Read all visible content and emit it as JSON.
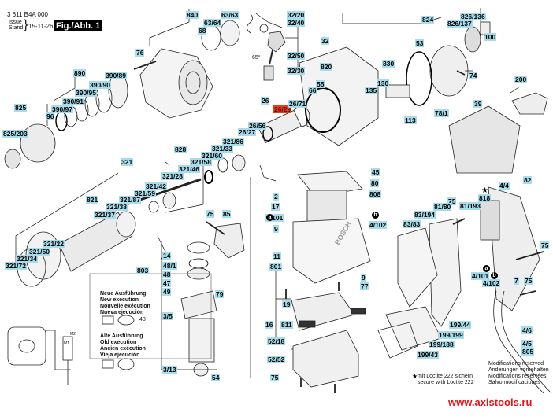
{
  "header": {
    "doc_number": "3 611 B4A 000",
    "issue_label_1": "Issue",
    "issue_label_2": "Stand",
    "issue_date": "15-11-26",
    "figure_title": "Fig./Abb. 1"
  },
  "angle_label": "65°",
  "highlight_color": "#e0401a",
  "label_color": "#a8dcea",
  "part_labels": [
    {
      "id": "840",
      "text": "840"
    },
    {
      "id": "63-63",
      "text": "63/63"
    },
    {
      "id": "63-64",
      "text": "63/64"
    },
    {
      "id": "68",
      "text": "68"
    },
    {
      "id": "76",
      "text": "76"
    },
    {
      "id": "890",
      "text": "890"
    },
    {
      "id": "390-89",
      "text": "390/89"
    },
    {
      "id": "390-90",
      "text": "390/90"
    },
    {
      "id": "390-95",
      "text": "390/95"
    },
    {
      "id": "390-91",
      "text": "390/91"
    },
    {
      "id": "390-97",
      "text": "390/97"
    },
    {
      "id": "96",
      "text": "96"
    },
    {
      "id": "825",
      "text": "825"
    },
    {
      "id": "825-203",
      "text": "825/203"
    },
    {
      "id": "32-20",
      "text": "32/20"
    },
    {
      "id": "32-40",
      "text": "32/40"
    },
    {
      "id": "32",
      "text": "32"
    },
    {
      "id": "32-50",
      "text": "32/50"
    },
    {
      "id": "32-30",
      "text": "32/30"
    },
    {
      "id": "820",
      "text": "820"
    },
    {
      "id": "55",
      "text": "55"
    },
    {
      "id": "66",
      "text": "66"
    },
    {
      "id": "26",
      "text": "26"
    },
    {
      "id": "26-29",
      "text": "26/29",
      "highlighted": true
    },
    {
      "id": "26-71",
      "text": "26/71"
    },
    {
      "id": "26-56",
      "text": "26/56"
    },
    {
      "id": "26-27",
      "text": "26/27"
    },
    {
      "id": "321-86",
      "text": "321/86"
    },
    {
      "id": "321-33",
      "text": "321/33"
    },
    {
      "id": "321-60",
      "text": "321/60"
    },
    {
      "id": "321-58",
      "text": "321/58"
    },
    {
      "id": "321-46",
      "text": "321/46"
    },
    {
      "id": "828",
      "text": "828"
    },
    {
      "id": "321",
      "text": "321"
    },
    {
      "id": "321-28",
      "text": "321/28"
    },
    {
      "id": "321-42",
      "text": "321/42"
    },
    {
      "id": "321-59",
      "text": "321/59"
    },
    {
      "id": "821",
      "text": "821"
    },
    {
      "id": "321-87",
      "text": "321/87"
    },
    {
      "id": "321-38",
      "text": "321/38"
    },
    {
      "id": "321-37",
      "text": "321/37"
    },
    {
      "id": "321-22",
      "text": "321/22"
    },
    {
      "id": "321-50",
      "text": "321/50"
    },
    {
      "id": "321-34",
      "text": "321/34"
    },
    {
      "id": "321-72",
      "text": "321/72"
    },
    {
      "id": "824",
      "text": "824"
    },
    {
      "id": "826-136",
      "text": "826/136"
    },
    {
      "id": "826-137",
      "text": "826/137"
    },
    {
      "id": "100",
      "text": "100"
    },
    {
      "id": "53",
      "text": "53"
    },
    {
      "id": "830",
      "text": "830"
    },
    {
      "id": "74",
      "text": "74"
    },
    {
      "id": "130",
      "text": "130"
    },
    {
      "id": "135",
      "text": "135"
    },
    {
      "id": "78-1",
      "text": "78/1"
    },
    {
      "id": "113",
      "text": "113"
    },
    {
      "id": "200",
      "text": "200"
    },
    {
      "id": "39",
      "text": "39"
    },
    {
      "id": "45",
      "text": "45"
    },
    {
      "id": "80",
      "text": "80"
    },
    {
      "id": "808",
      "text": "808"
    },
    {
      "id": "2",
      "text": "2"
    },
    {
      "id": "17",
      "text": "17"
    },
    {
      "id": "4-101-a",
      "text": "4/101"
    },
    {
      "id": "4-102-b",
      "text": "4/102"
    },
    {
      "id": "9-a",
      "text": "9"
    },
    {
      "id": "11",
      "text": "11"
    },
    {
      "id": "801",
      "text": "801"
    },
    {
      "id": "9-b",
      "text": "9"
    },
    {
      "id": "77",
      "text": "77"
    },
    {
      "id": "75-a",
      "text": "75"
    },
    {
      "id": "85",
      "text": "85"
    },
    {
      "id": "82",
      "text": "82"
    },
    {
      "id": "4-4",
      "text": "4/4"
    },
    {
      "id": "818",
      "text": "818"
    },
    {
      "id": "81-193",
      "text": "81/193"
    },
    {
      "id": "75-b",
      "text": "75"
    },
    {
      "id": "81-80",
      "text": "81/80"
    },
    {
      "id": "83-194",
      "text": "83/194"
    },
    {
      "id": "83-83",
      "text": "83/83"
    },
    {
      "id": "75-c",
      "text": "75"
    },
    {
      "id": "4-101-c",
      "text": "4/101"
    },
    {
      "id": "4-102-d",
      "text": "4/102"
    },
    {
      "id": "7",
      "text": "7"
    },
    {
      "id": "75-d",
      "text": "75"
    },
    {
      "id": "14",
      "text": "14"
    },
    {
      "id": "48-1",
      "text": "48/1"
    },
    {
      "id": "803",
      "text": "803"
    },
    {
      "id": "48",
      "text": "48"
    },
    {
      "id": "47",
      "text": "47"
    },
    {
      "id": "49",
      "text": "49"
    },
    {
      "id": "79",
      "text": "79"
    },
    {
      "id": "3-5",
      "text": "3/5"
    },
    {
      "id": "3-13",
      "text": "3/13"
    },
    {
      "id": "54",
      "text": "54"
    },
    {
      "id": "19",
      "text": "19"
    },
    {
      "id": "16",
      "text": "16"
    },
    {
      "id": "811",
      "text": "811"
    },
    {
      "id": "52-18",
      "text": "52/18"
    },
    {
      "id": "52-52",
      "text": "52/52"
    },
    {
      "id": "75-e",
      "text": "75"
    },
    {
      "id": "199-44",
      "text": "199/44"
    },
    {
      "id": "199-199",
      "text": "199/199"
    },
    {
      "id": "199-188",
      "text": "199/188"
    },
    {
      "id": "199-43",
      "text": "199/43"
    },
    {
      "id": "4-6",
      "text": "4/6"
    },
    {
      "id": "4-5",
      "text": "4/5"
    },
    {
      "id": "805",
      "text": "805"
    }
  ],
  "execution_notes": {
    "new": [
      "Neue Ausführung",
      "New execution",
      "Nouvelle exécution",
      "Nueva ejecución"
    ],
    "new_part": "48",
    "old": [
      "Alte Ausführung",
      "Old execution",
      "Ancien exécution",
      "Vieja ejecución"
    ]
  },
  "loctite_note": [
    "mit Loctite 222 sichern",
    "secure with Loctite 222"
  ],
  "modifications_note": [
    "Modifications reserved",
    "Änderungen vorbehalten",
    "Modifications resérvées",
    "Salvo modificaciones"
  ],
  "markers": {
    "a": "a",
    "b": "b",
    "star": "★"
  },
  "wiring_labels": {
    "m1": "M1",
    "m2": "M2"
  },
  "website": "www.axistools.ru"
}
